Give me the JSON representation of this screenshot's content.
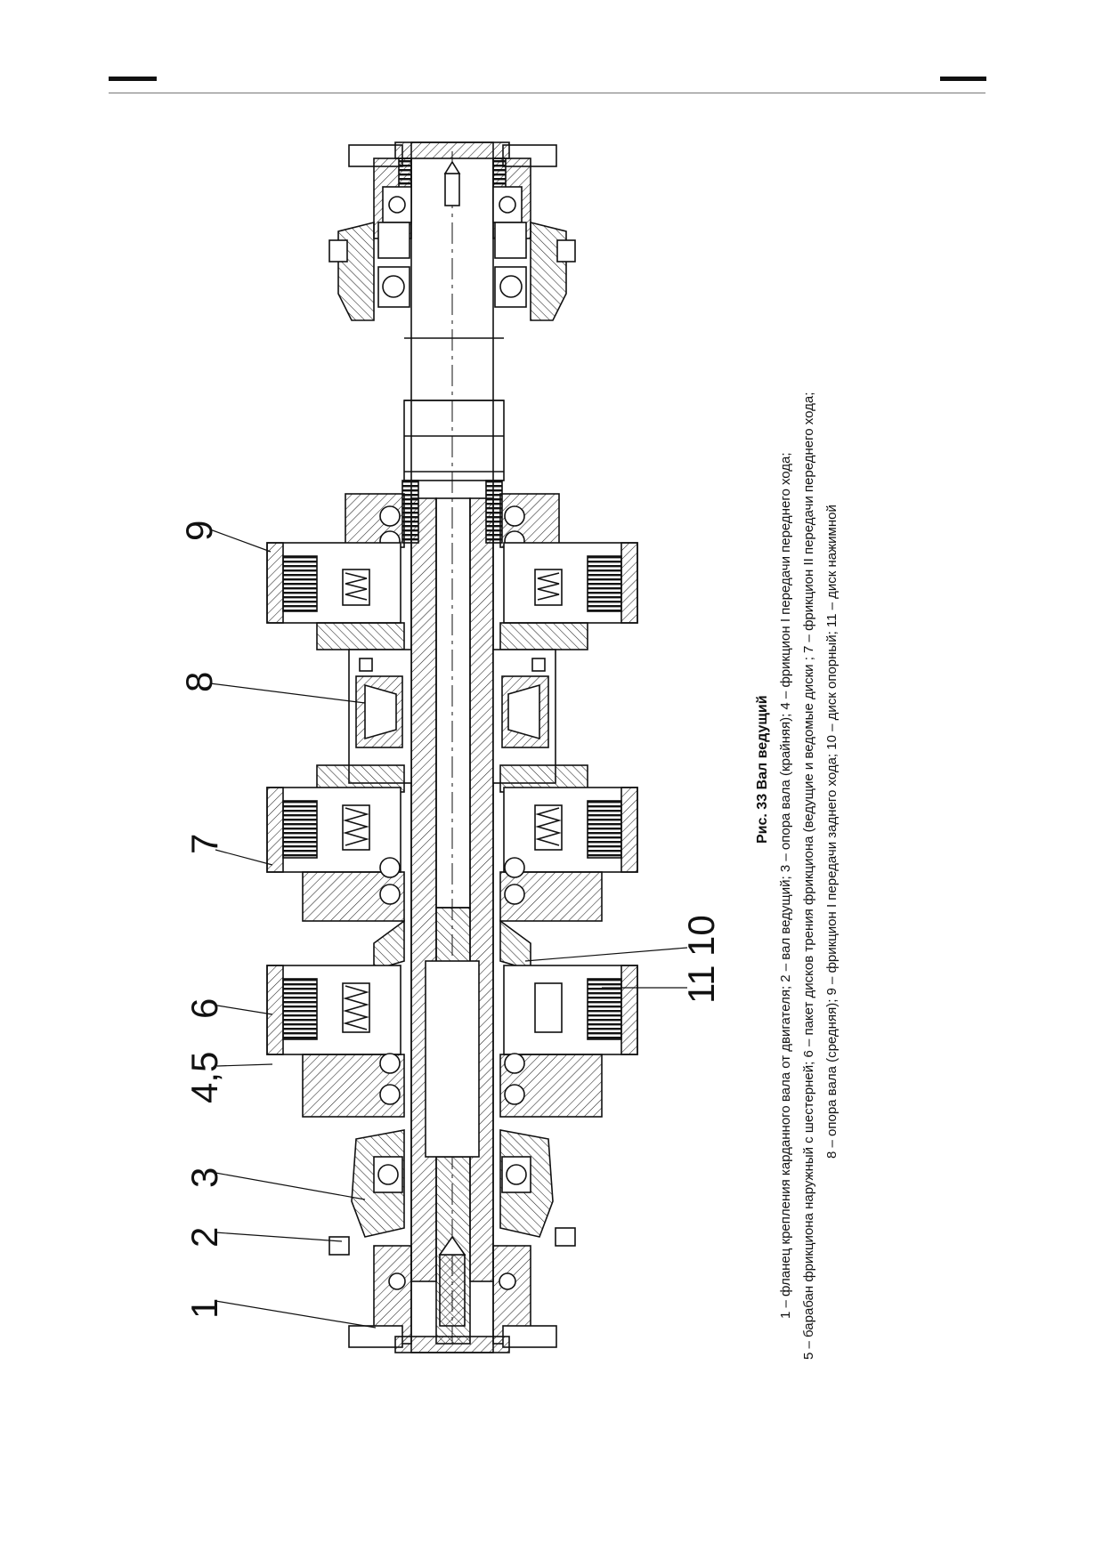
{
  "figure": {
    "title": "Рис. 33 Вал ведущий",
    "legend_lines": [
      "1 – фланец крепления карданного вала от двигателя; 2 – вал ведущий; 3 – опора вала (крайняя); 4 – фрикцион I передачи переднего хода;",
      "5 – барабан фрикциона наружный с шестерней; 6 – пакет дисков трения фрикциона (ведущие и ведомые диски ; 7 – фрикцион II передачи переднего хода;",
      "8 – опора вала (средняя); 9 – фрикцион I передачи заднего хода; 10 – диск опорный; 11 – диск нажимной"
    ],
    "callouts": [
      "1",
      "2",
      "3",
      "4,5",
      "6",
      "7",
      "8",
      "9",
      "10",
      "11"
    ]
  }
}
